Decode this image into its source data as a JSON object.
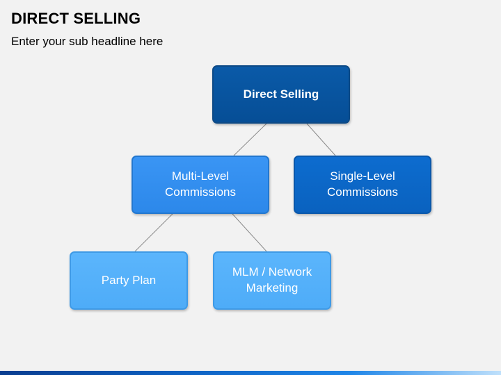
{
  "header": {
    "title": "DIRECT SELLING",
    "subtitle": "Enter your sub headline here"
  },
  "diagram": {
    "root": {
      "label": "Direct Selling"
    },
    "level1": [
      {
        "label": "Multi-Level\nCommissions"
      },
      {
        "label": "Single-Level\nCommissions"
      }
    ],
    "level2": [
      {
        "label": "Party Plan"
      },
      {
        "label": "MLM / Network\nMarketing"
      }
    ]
  },
  "colors": {
    "root": "#064e96",
    "multi_level": "#2c88ea",
    "single_level": "#0a62bf",
    "leaf": "#4eacf8",
    "connector": "#8a8a8a"
  }
}
